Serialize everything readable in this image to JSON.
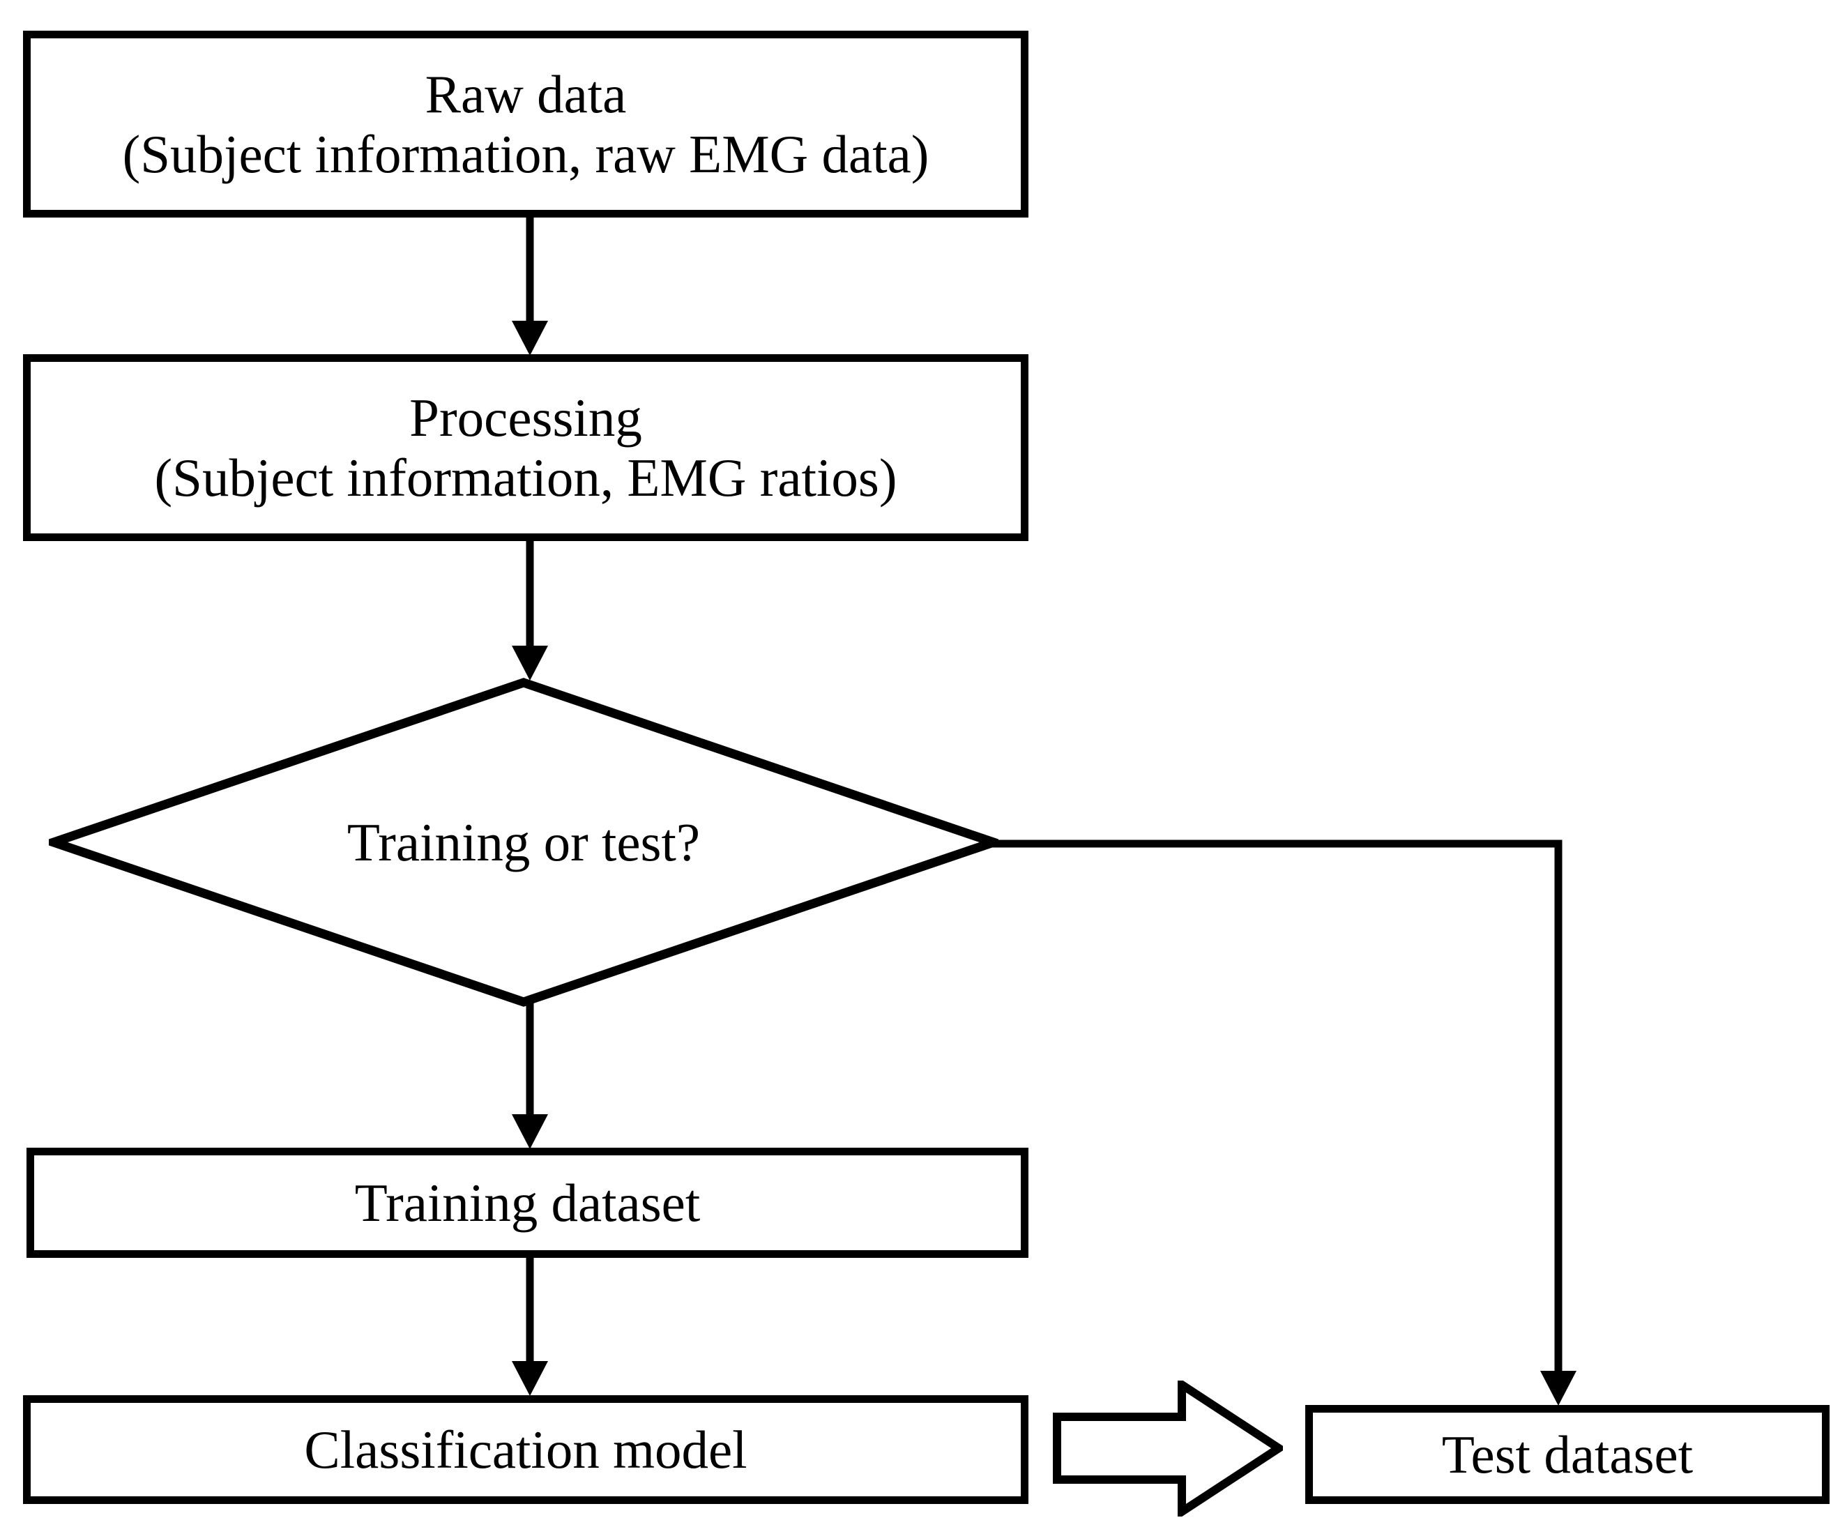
{
  "diagram": {
    "type": "flowchart",
    "title": "EMG classification pipeline flowchart",
    "background_color": "#ffffff",
    "stroke_color": "#000000",
    "nodes": [
      {
        "id": "raw-data",
        "shape": "rectangle",
        "line1": "Raw data",
        "line2": "(Subject information, raw EMG data)"
      },
      {
        "id": "processing",
        "shape": "rectangle",
        "line1": "Processing",
        "line2": "(Subject information, EMG ratios)"
      },
      {
        "id": "decision",
        "shape": "diamond",
        "line1": "Training or test?"
      },
      {
        "id": "training-dataset",
        "shape": "rectangle",
        "line1": "Training dataset"
      },
      {
        "id": "classification-model",
        "shape": "rectangle",
        "line1": "Classification model"
      },
      {
        "id": "test-dataset",
        "shape": "rectangle",
        "line1": "Test dataset"
      }
    ],
    "edges": [
      {
        "id": "raw-to-processing",
        "from": "raw-data",
        "to": "processing",
        "style": "arrow-down",
        "label": ""
      },
      {
        "id": "processing-to-decision",
        "from": "processing",
        "to": "decision",
        "style": "arrow-down",
        "label": ""
      },
      {
        "id": "decision-to-training",
        "from": "decision",
        "to": "training-dataset",
        "style": "arrow-down",
        "label": ""
      },
      {
        "id": "training-to-classification",
        "from": "training-dataset",
        "to": "classification-model",
        "style": "arrow-down",
        "label": ""
      },
      {
        "id": "decision-to-test",
        "from": "decision",
        "to": "test-dataset",
        "style": "elbow-right-down-arrow",
        "label": ""
      },
      {
        "id": "classification-to-test",
        "from": "classification-model",
        "to": "test-dataset",
        "style": "hollow-block-arrow-right",
        "label": ""
      }
    ]
  }
}
